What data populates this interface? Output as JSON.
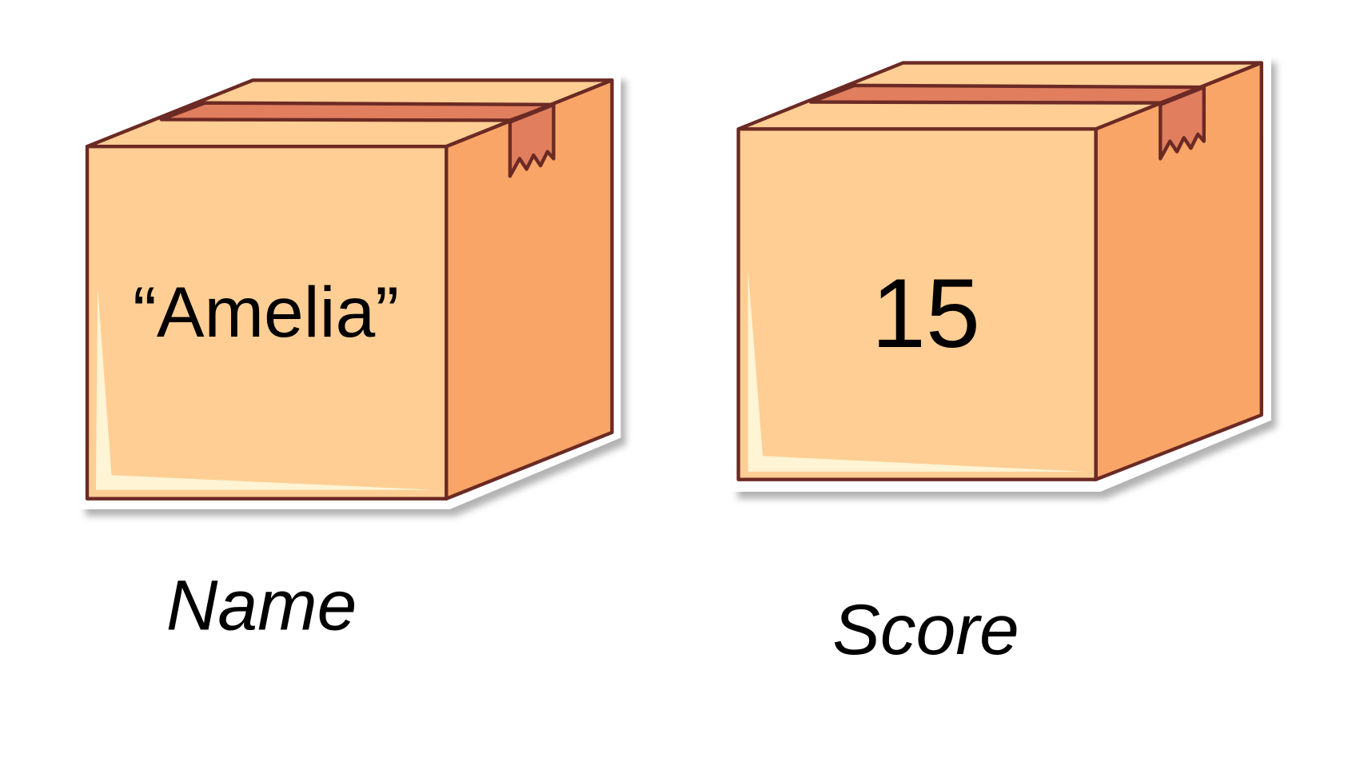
{
  "colors": {
    "box_front": "#FECE94",
    "box_side": "#F8A567",
    "tape": "#E07E5E",
    "outline": "#6B2A24",
    "highlight": "#FFF4D4"
  },
  "boxes": [
    {
      "value": "“Amelia”",
      "label": "Name"
    },
    {
      "value": "15",
      "label": "Score"
    }
  ]
}
